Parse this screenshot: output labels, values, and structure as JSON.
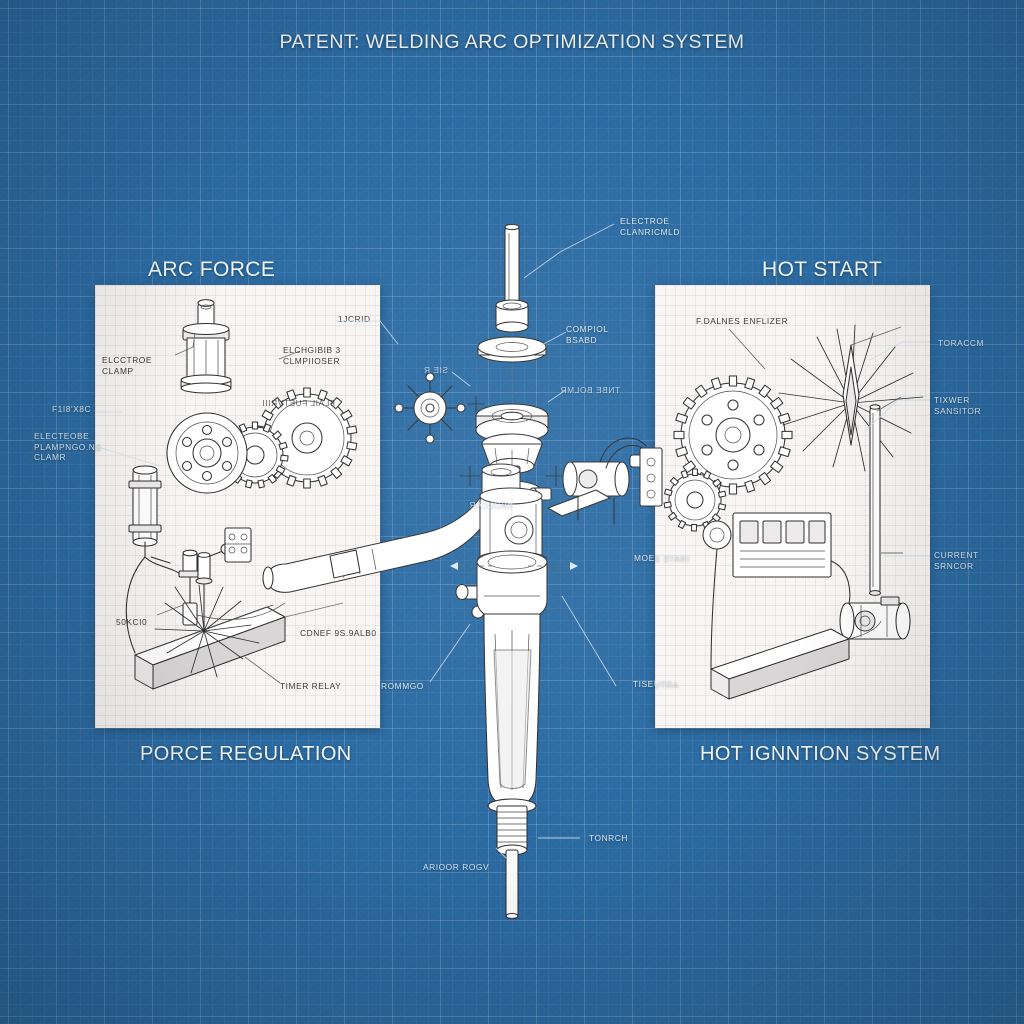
{
  "document": {
    "title": "PATENT: WELDING ARC OPTIMIZATION SYSTEM",
    "style": "blueprint technical patent drawing",
    "colors": {
      "blueprint_background": "#2c6ca4",
      "grid_line": "#7fa9cc",
      "panel_background": "#f7f6f4",
      "ink": "#2f2f31",
      "label_on_blue": "#dbe7f2",
      "label_on_white": "#3a3a3c"
    }
  },
  "sections": {
    "left": {
      "heading": "ARC FORCE",
      "caption": "PORCE REGULATION"
    },
    "right": {
      "heading": "HOT START",
      "caption": "HOT IGNNTION SYSTEM"
    }
  },
  "callouts": {
    "left_panel": [
      {
        "id": "electrode-clamp",
        "text": "ELCCTROE\nCLAMP"
      },
      {
        "id": "electrode-capacitor",
        "text": "ELCHGIBIB  3\nCLMPIIOSER"
      },
      {
        "id": "ixrid",
        "text": "1JCRID"
      },
      {
        "id": "flail-feedvrii",
        "text": "FLAIL  FUETVRIII"
      },
      {
        "id": "fib-xbc",
        "text": "F1I8'X8C"
      },
      {
        "id": "electrode-clamping",
        "text": "ELECTEOBE\nPLAMPNGO.NS\nCLAMR"
      },
      {
        "id": "sokcio",
        "text": "50KCI0"
      },
      {
        "id": "conef-assembly",
        "text": "CDNEF 9S.9ALB0"
      },
      {
        "id": "timer-relay",
        "text": "TIMER RELAY"
      }
    ],
    "center": [
      {
        "id": "electrode-clamp-head",
        "text": "ELECTROE\nCLANRICMLD"
      },
      {
        "id": "control-board",
        "text": "COMPIOL\nBSABD"
      },
      {
        "id": "tube-roller",
        "text": "TNBE BOLMR"
      },
      {
        "id": "sier",
        "text": "SIE R"
      },
      {
        "id": "nbolcar",
        "text": "nBOLCAR"
      },
      {
        "id": "rommgo",
        "text": "ROMMGO"
      },
      {
        "id": "mode-start",
        "text": "MOEE 3TARI"
      },
      {
        "id": "tiseutra",
        "text": "TISEUTRA"
      },
      {
        "id": "torch-tip",
        "text": "TONRCH"
      },
      {
        "id": "arioor-rogv",
        "text": "ARIOOR ROGV"
      }
    ],
    "right_panel": [
      {
        "id": "flames-enflizer",
        "text": "F.DALNES  ENFLIZER"
      },
      {
        "id": "torch",
        "text": "TORACCM"
      },
      {
        "id": "power-sensor",
        "text": "TIXWER\nSANSITOR"
      },
      {
        "id": "current-sensor",
        "text": "CURRENT\nSRNCOR"
      }
    ]
  }
}
